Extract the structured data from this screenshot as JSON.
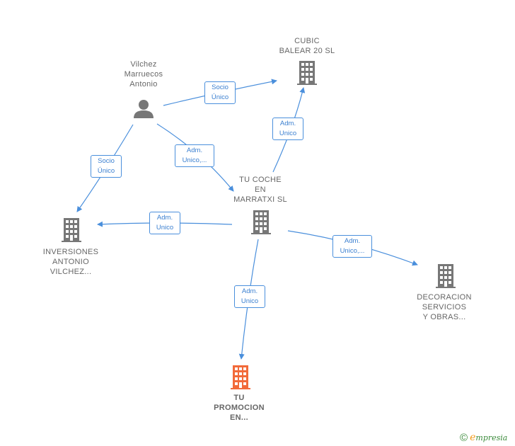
{
  "nodes": {
    "person": {
      "name": "Vilchez\nMarruecos\nAntonio"
    },
    "cubic": {
      "name": "CUBIC\nBALEAR 20  SL"
    },
    "tucoche": {
      "name": "TU COCHE\nEN\nMARRATXI  SL"
    },
    "inversiones": {
      "name": "INVERSIONES\nANTONIO\nVILCHEZ..."
    },
    "decoracion": {
      "name": "DECORACION\nSERVICIOS\nY OBRAS..."
    },
    "tupromocion": {
      "name": "TU\nPROMOCION\nEN..."
    }
  },
  "edges": {
    "person_cubic": "Socio\nÚnico",
    "person_inversiones": "Socio\nÚnico",
    "person_tucoche": "Adm.\nUnico,...",
    "tucoche_cubic": "Adm.\nUnico",
    "tucoche_inversiones": "Adm.\nUnico",
    "tucoche_decoracion": "Adm.\nUnico,...",
    "tucoche_tupromocion": "Adm.\nUnico"
  },
  "colors": {
    "edge": "#4a8fdc",
    "building": "#777777",
    "focus_building": "#f26a3a",
    "person": "#777777"
  },
  "icons": {
    "person": "person-icon",
    "building": "building-icon"
  },
  "brand": {
    "copyright": "©",
    "e": "e",
    "rest": "mpresia"
  }
}
